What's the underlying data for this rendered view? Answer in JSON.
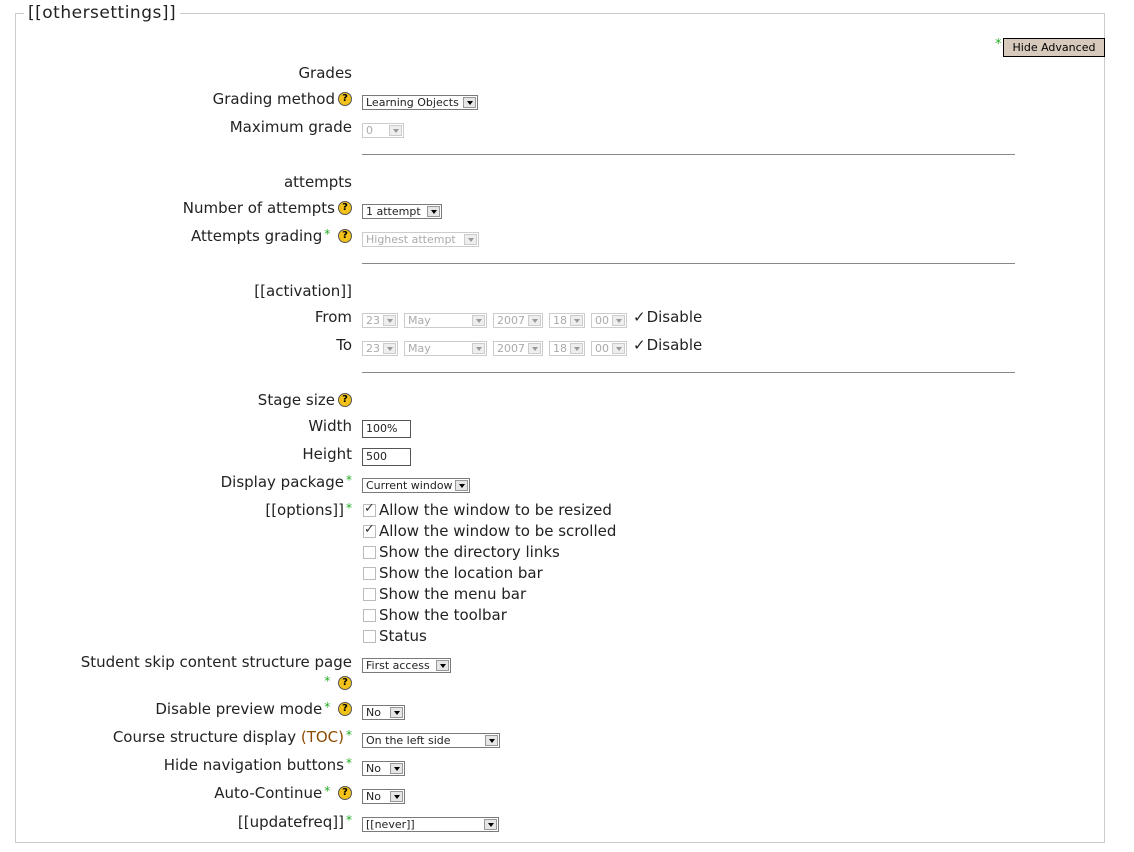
{
  "legend": "[[othersettings]]",
  "advanced_button": "Hide Advanced",
  "grades": {
    "heading": "Grades",
    "grading_method_label": "Grading method",
    "grading_method_value": "Learning Objects",
    "maximum_grade_label": "Maximum grade",
    "maximum_grade_value": "0"
  },
  "attempts": {
    "heading": "attempts",
    "number_label": "Number of attempts",
    "number_value": "1 attempt",
    "grading_label": "Attempts grading",
    "grading_value": "Highest attempt"
  },
  "activation": {
    "heading": "[[activation]]",
    "from_label": "From",
    "to_label": "To",
    "day": "23",
    "month": "May",
    "year": "2007",
    "hour": "18",
    "minute": "00",
    "disable_label": "Disable"
  },
  "stage": {
    "label": "Stage size",
    "width_label": "Width",
    "width_value": "100%",
    "height_label": "Height",
    "height_value": "500"
  },
  "display": {
    "label": "Display package",
    "value": "Current window"
  },
  "options": {
    "label": "[[options]]",
    "items": [
      {
        "label": "Allow the window to be resized",
        "checked": true
      },
      {
        "label": "Allow the window to be scrolled",
        "checked": true
      },
      {
        "label": "Show the directory links",
        "checked": false
      },
      {
        "label": "Show the location bar",
        "checked": false
      },
      {
        "label": "Show the menu bar",
        "checked": false
      },
      {
        "label": "Show the toolbar",
        "checked": false
      },
      {
        "label": "Status",
        "checked": false
      }
    ]
  },
  "skip": {
    "label": "Student skip content structure page",
    "value": "First access"
  },
  "preview": {
    "label": "Disable preview mode",
    "value": "No"
  },
  "toc": {
    "label_pre": "Course structure display ",
    "label_toc": "(TOC)",
    "value": "On the left side"
  },
  "hidenav": {
    "label": "Hide navigation buttons",
    "value": "No"
  },
  "autocontinue": {
    "label": "Auto-Continue",
    "value": "No"
  },
  "updatefreq": {
    "label": "[[updatefreq]]",
    "value": "[[never]]"
  },
  "required_mark": "*",
  "help_glyph": "?"
}
